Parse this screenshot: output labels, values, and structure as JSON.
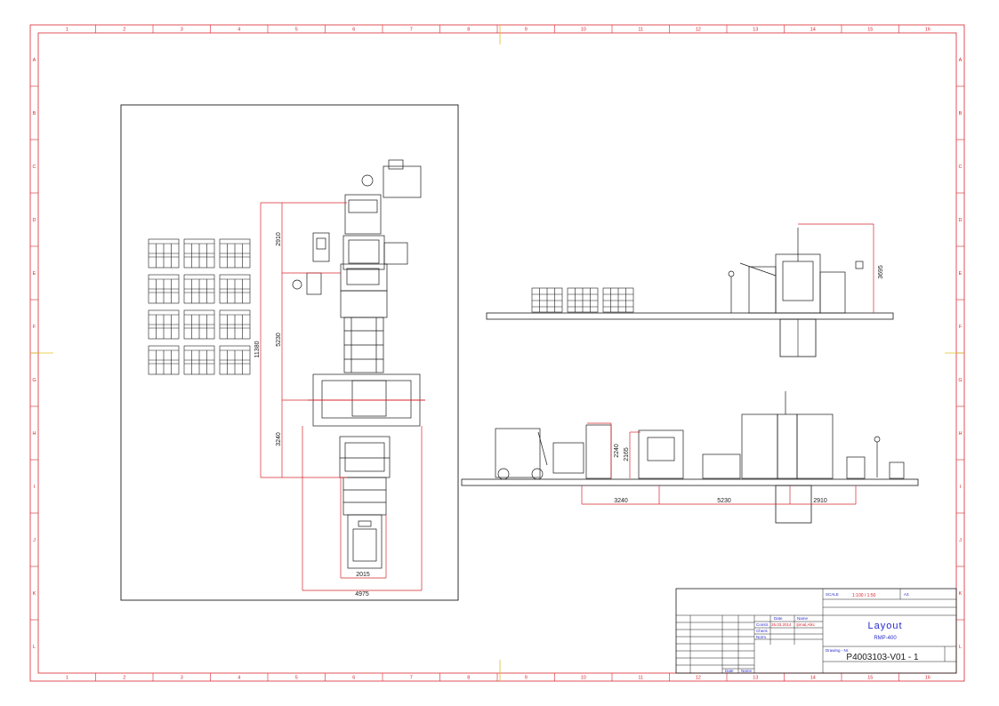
{
  "colors": {
    "frame": "#d9262e",
    "line": "#1a1a1a",
    "dimension": "#d9262e",
    "title_text": "#2a2ad0",
    "background": "#ffffff"
  },
  "grid": {
    "columns": [
      "1",
      "2",
      "3",
      "4",
      "5",
      "6",
      "7",
      "8",
      "9",
      "10",
      "11",
      "12",
      "13",
      "14",
      "15",
      "16"
    ],
    "rows": [
      "A",
      "B",
      "C",
      "D",
      "E",
      "F",
      "G",
      "H",
      "I",
      "J",
      "K",
      "L"
    ]
  },
  "plan_view": {
    "dims": {
      "total_length": "11380",
      "seg_top": "2910",
      "seg_mid": "5230",
      "seg_low": "3240",
      "width_inner": "2015",
      "width_outer": "4975"
    }
  },
  "side_view_top": {
    "dims": {
      "height": "3695"
    }
  },
  "side_view_bottom": {
    "dims": {
      "h_a": "2240",
      "h_b": "2165",
      "len_a": "3240",
      "len_b": "5230",
      "len_c": "2910"
    }
  },
  "title_block": {
    "scale_label": "SCALE",
    "scale_value": "1:100  /  1:50",
    "sheet_label": "A3",
    "date_header": "Date",
    "name_header": "Name",
    "constr_label": "Constr.",
    "constr_date": "26.03.2014",
    "constr_name": "Şimal,Alkc",
    "check_label": "Check",
    "norm_label": "Norm.",
    "title": "Layout",
    "subtitle": "RMP-400",
    "drawing_label": "Drawing - Nr.",
    "drawing_number": "P4003103-V01 - 1",
    "footer_date": "Date",
    "footer_name": "Name"
  }
}
